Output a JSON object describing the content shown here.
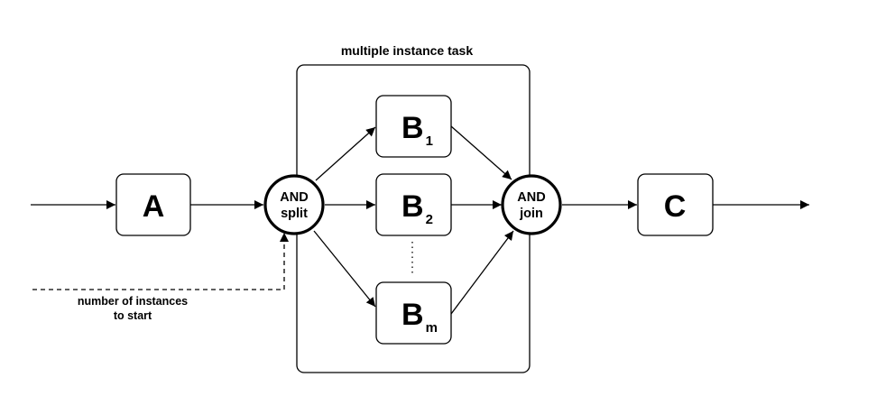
{
  "diagram": {
    "container_title": "multiple instance task",
    "tasks": {
      "a": "A",
      "b1": {
        "base": "B",
        "index": "1"
      },
      "b2": {
        "base": "B",
        "index": "2"
      },
      "bm": {
        "base": "B",
        "index": "m"
      },
      "c": "C"
    },
    "split_gate": {
      "line1": "AND",
      "line2": "split"
    },
    "join_gate": {
      "line1": "AND",
      "line2": "join"
    },
    "instances_note": {
      "line1": "number of instances",
      "line2": "to start"
    }
  }
}
